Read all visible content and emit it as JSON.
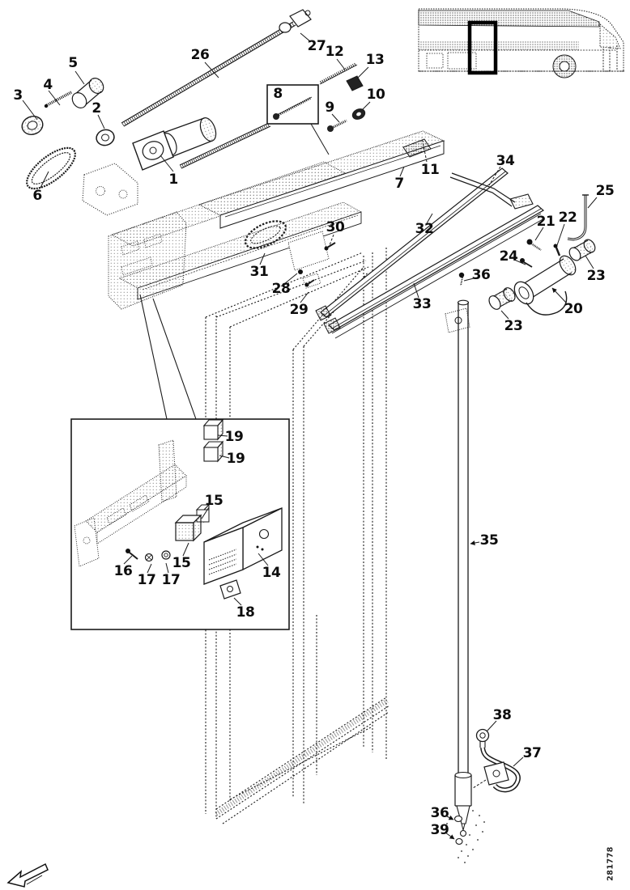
{
  "figure": {
    "drawing_number": "281778",
    "description": "Exploded parts diagram of bus entrance door operating mechanism"
  },
  "callouts": [
    "3",
    "4",
    "5",
    "2",
    "6",
    "1",
    "26",
    "27",
    "12",
    "13",
    "8",
    "9",
    "10",
    "11",
    "7",
    "34",
    "25",
    "21",
    "22",
    "24",
    "23",
    "20",
    "23",
    "36",
    "30",
    "31",
    "28",
    "29",
    "32",
    "33",
    "35",
    "19",
    "19",
    "15",
    "15",
    "16",
    "17",
    "17",
    "14",
    "18",
    "38",
    "37",
    "36",
    "39"
  ]
}
